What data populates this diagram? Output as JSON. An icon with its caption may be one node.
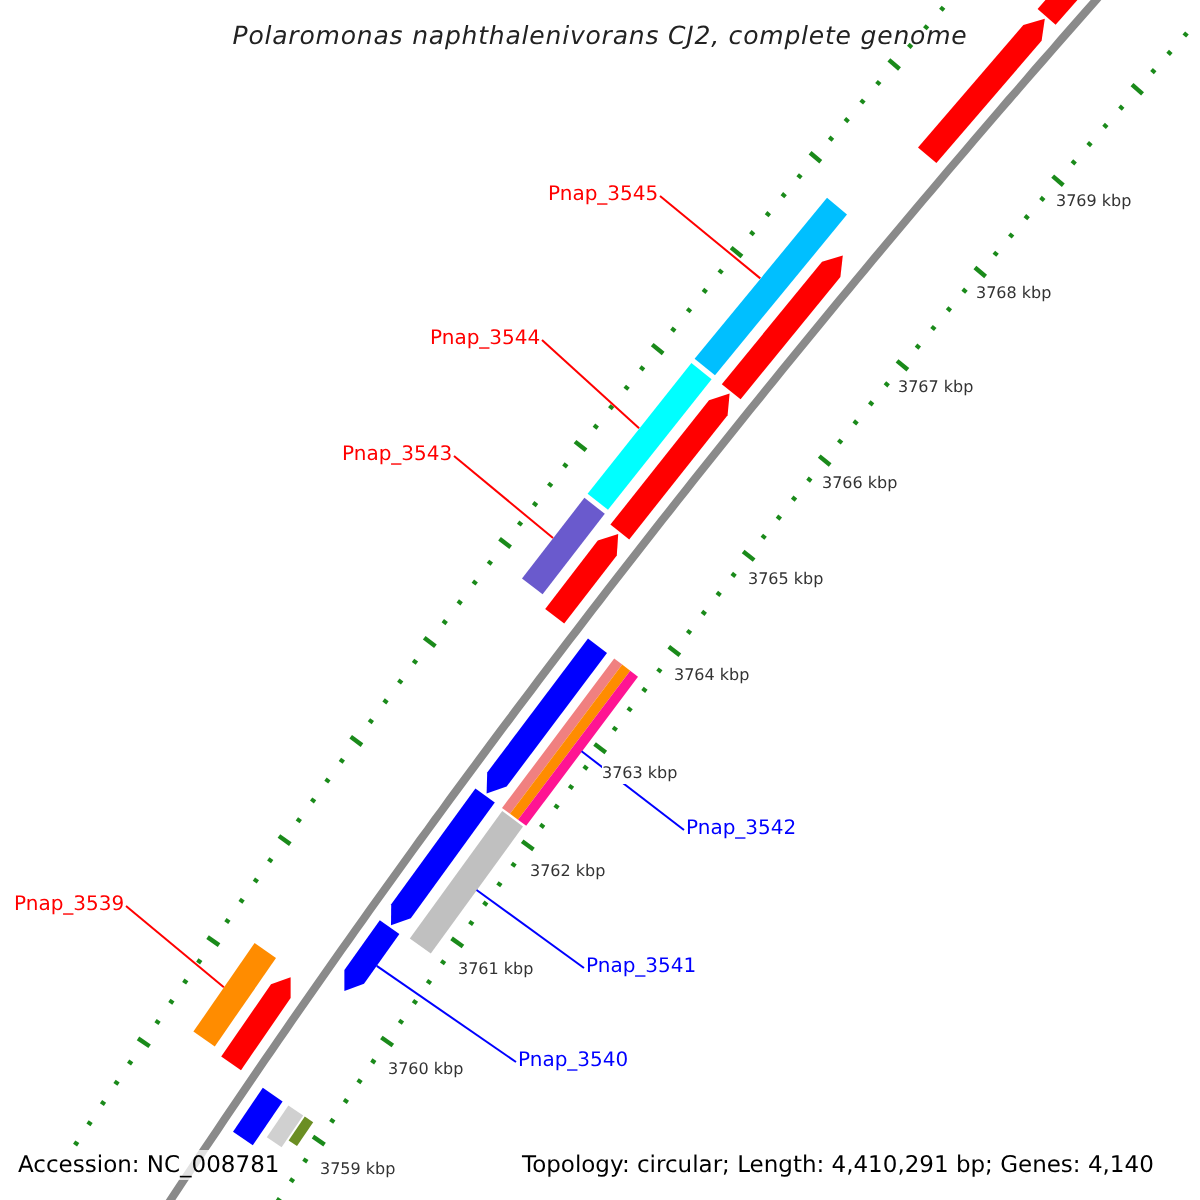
{
  "diagram": {
    "title": "Polaromonas naphthalenivorans CJ2, complete genome",
    "nodes": [
      {
        "text": [
          "Pnap_3545"
        ]
      },
      {
        "text": [
          "Pnap_3544"
        ]
      },
      {
        "text": [
          "Pnap_3543"
        ]
      },
      {
        "text": [
          "Pnap_3542"
        ]
      },
      {
        "text": [
          "Pnap_3539"
        ]
      },
      {
        "text": [
          "Pnap_3541"
        ]
      },
      {
        "text": [
          "Pnap_3540"
        ]
      },
      {
        "text": [],
        "shape": "bar"
      },
      {
        "text": [],
        "shape": "bar"
      },
      {
        "text": [],
        "shape": "bar"
      },
      {
        "text": [],
        "shape": "bar"
      },
      {
        "text": [],
        "shape": "bar"
      },
      {
        "text": [],
        "shape": "bar"
      },
      {
        "text": [],
        "shape": "arrow"
      },
      {
        "text": [],
        "shape": "arrow"
      },
      {
        "text": [],
        "shape": "arrow"
      },
      {
        "text": [],
        "shape": "arrow"
      },
      {
        "text": [],
        "shape": "arrow"
      },
      {
        "text": [],
        "shape": "arrow"
      },
      {
        "text": [],
        "shape": "arrow"
      },
      {
        "text": [],
        "shape": "arrow"
      },
      {
        "text": [],
        "shape": "arrow"
      },
      {
        "text": [],
        "shape": "bar"
      },
      {
        "text": [],
        "shape": "bar"
      },
      {
        "text": [],
        "shape": "bar"
      }
    ],
    "edges": [
      {
        "from": 0,
        "to": 7,
        "arrow": "none"
      },
      {
        "from": 1,
        "to": 8,
        "arrow": "none"
      },
      {
        "from": 2,
        "to": 9,
        "arrow": "none"
      },
      {
        "from": 3,
        "to": 10,
        "arrow": "none",
        "color": "#0000ff"
      },
      {
        "from": 4,
        "to": 11,
        "arrow": "none"
      },
      {
        "from": 5,
        "to": 12,
        "arrow": "none",
        "color": "#0000ff"
      },
      {
        "from": 6,
        "to": 13,
        "arrow": "none",
        "color": "#0000ff"
      }
    ],
    "labels": [
      "3769 kbp",
      "3768 kbp",
      "3767 kbp",
      "3766 kbp",
      "3765 kbp",
      "3764 kbp",
      "3763 kbp",
      "3762 kbp",
      "3761 kbp",
      "3760 kbp",
      "3759 kbp",
      "Accession: NC_008781",
      "Topology: circular; Length: 4,410,291 bp; Genes: 4,140"
    ]
  }
}
